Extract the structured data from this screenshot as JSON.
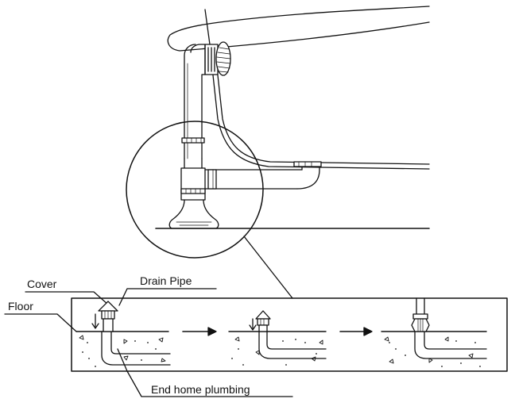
{
  "labels": {
    "cover": "Cover",
    "drain_pipe": "Drain Pipe",
    "floor": "Floor",
    "end_home_plumbing": "End home plumbing"
  }
}
